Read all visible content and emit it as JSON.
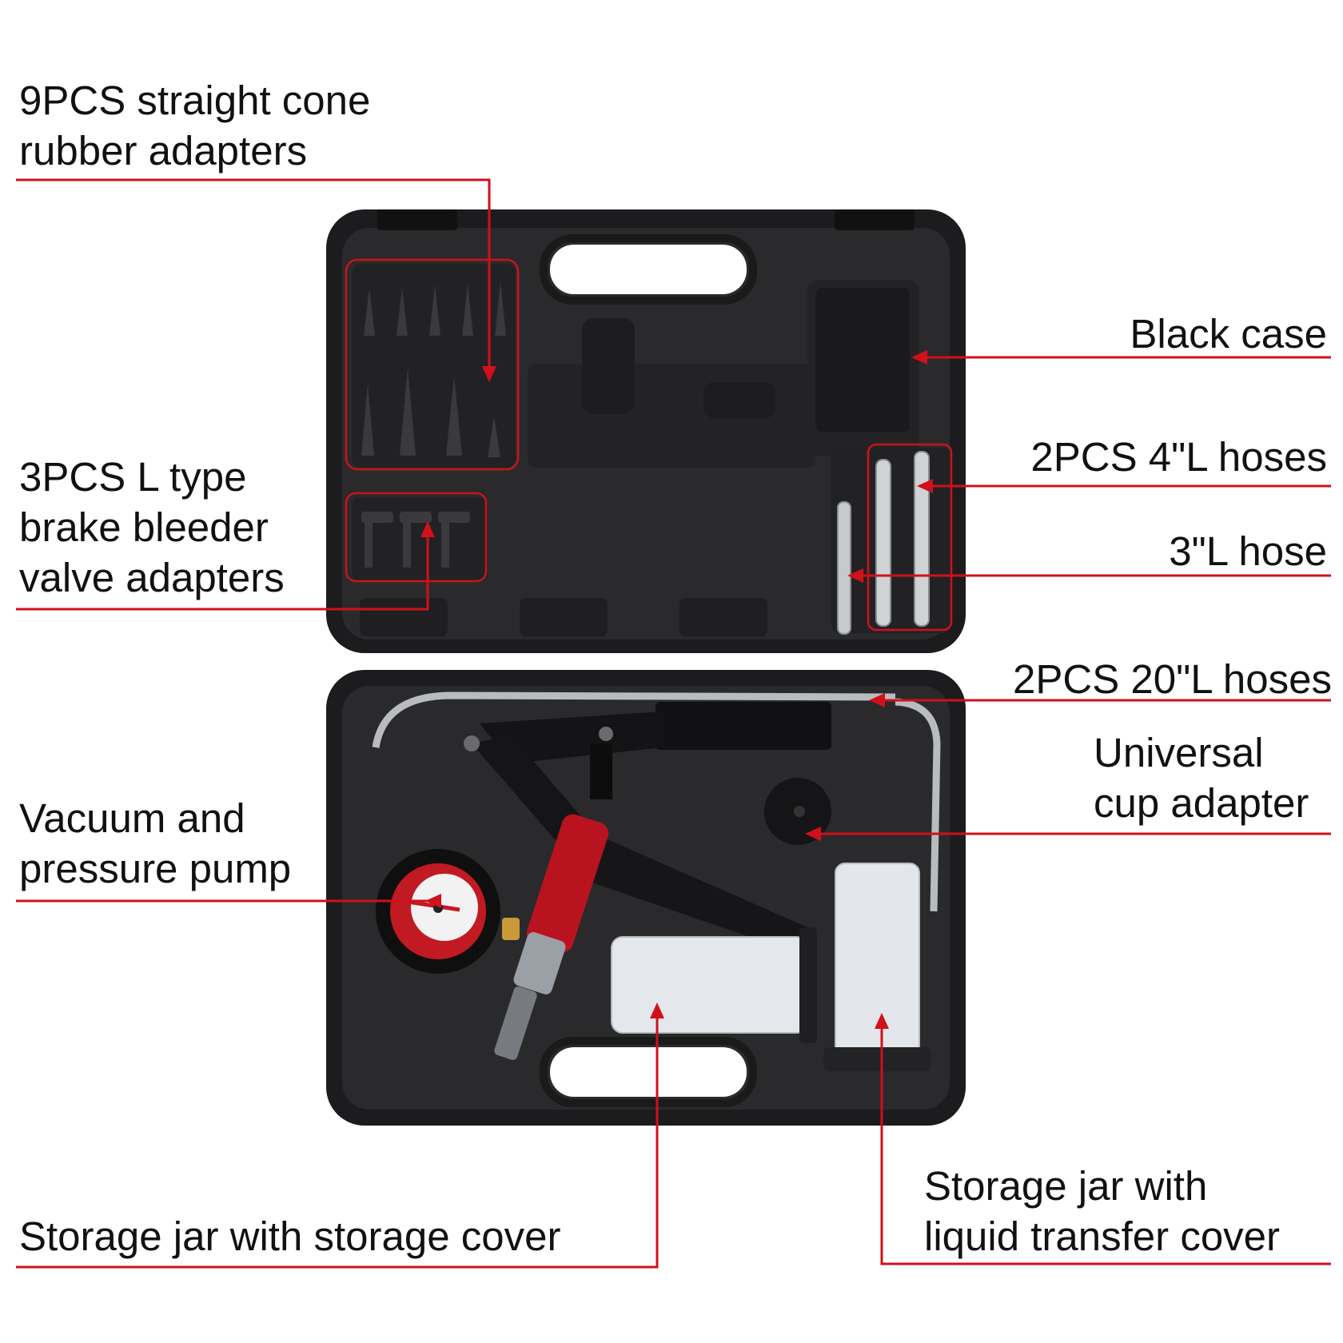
{
  "accent_color": "#d0101b",
  "callouts": {
    "cone_adapters": {
      "line1": "9PCS straight cone",
      "line2": "rubber adapters"
    },
    "l_type_adapters": {
      "line1": "3PCS L type",
      "line2": "brake bleeder",
      "line3": "valve adapters"
    },
    "pump": {
      "line1": "Vacuum and",
      "line2": "pressure pump"
    },
    "storage_jar_storage_cover": {
      "line1": "Storage jar with storage cover"
    },
    "black_case": {
      "line1": "Black case"
    },
    "hoses_4l": {
      "line1": "2PCS 4\"L hoses"
    },
    "hose_3l": {
      "line1": "3\"L hose"
    },
    "hoses_20l": {
      "line1": "2PCS 20\"L hoses"
    },
    "cup_adapter": {
      "line1": "Universal",
      "line2": "cup adapter"
    },
    "storage_jar_transfer_cover": {
      "line1": "Storage jar with",
      "line2": "liquid transfer cover"
    }
  }
}
